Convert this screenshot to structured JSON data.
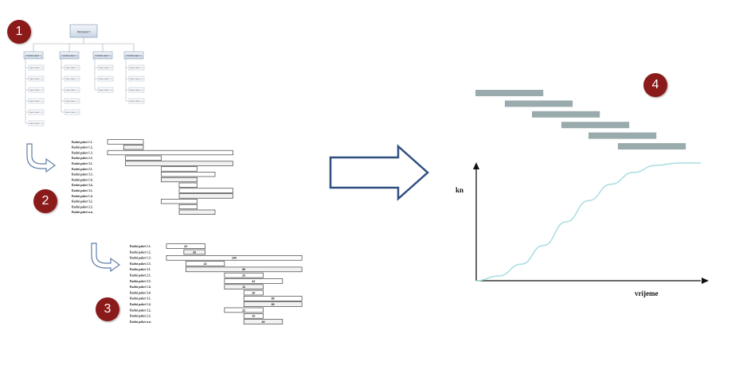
{
  "badges": [
    "1",
    "2",
    "3",
    "4"
  ],
  "wbs": {
    "root": "PROJEKT",
    "children": [
      "PODPROJEKT 1",
      "PODPROJEKT 2",
      "PODPROJEKT 3",
      "PODPROJEKT 4"
    ],
    "leaves": [
      [
        "RADNI PAKET 1.1",
        "RADNI PAKET 1.2",
        "RADNI PAKET 1.3",
        "RADNI PAKET 1.4",
        "RADNI PAKET 1.5",
        "RADNI PAKET 1.6"
      ],
      [
        "RADNI PAKET 2.1",
        "RADNI PAKET 2.2",
        "RADNI PAKET 2.3",
        "RADNI PAKET 2.4",
        "RADNI PAKET 2.5"
      ],
      [
        "RADNI PAKET 3.1",
        "RADNI PAKET 3.2",
        "RADNI PAKET 3.3"
      ],
      [
        "RADNI PAKET 4.1",
        "RADNI PAKET 4.2",
        "RADNI PAKET 4.3",
        "RADNI PAKET 4.4"
      ]
    ]
  },
  "gantt1": {
    "rows": [
      "Radni paket 1.1.",
      "Radni paket 1.2.",
      "Radni paket 1.3.",
      "Radni paket 2.3.",
      "Radni paket 3.1.",
      "Radni paket 2.1.",
      "Radni paket 3.3.",
      "Radni paket 1.4.",
      "Radni paket 3.4.",
      "Radni paket 3.1.",
      "Radni paket 1.4.",
      "Radni paket 3.2.",
      "Radni paket 2.2.",
      "Radni paket n.n."
    ]
  },
  "gantt2": {
    "rows": [
      "Radni paket 1.1.",
      "Radni paket 1.2.",
      "Radni paket 1.3.",
      "Radni paket 2.3.",
      "Radni paket 3.1.",
      "Radni paket 2.1.",
      "Radni paket 3.3.",
      "Radni paket 1.4.",
      "Radni paket 3.4.",
      "Radni paket 3.1.",
      "Radni paket 1.4.",
      "Radni paket 3.2.",
      "Radni paket 2.2.",
      "Radni paket n.n."
    ],
    "costs": [
      "22",
      "30",
      "100",
      "22",
      "80",
      "22",
      "42",
      "12",
      "20",
      "80",
      "80",
      "22",
      "10",
      "40"
    ]
  },
  "chart_data": {
    "type": "line",
    "xlabel": "vrijeme",
    "ylabel": "kn",
    "series": [
      {
        "values": [
          [
            0,
            0
          ],
          [
            0.1,
            0.04
          ],
          [
            0.2,
            0.14
          ],
          [
            0.3,
            0.3
          ],
          [
            0.4,
            0.5
          ],
          [
            0.5,
            0.68
          ],
          [
            0.6,
            0.82
          ],
          [
            0.7,
            0.92
          ],
          [
            0.8,
            0.98
          ],
          [
            0.9,
            1.0
          ],
          [
            1.0,
            1.0
          ]
        ]
      }
    ],
    "line_color": "#a8dde0",
    "bar_color": "#9aabad",
    "bars": [
      [
        0.0,
        0.3
      ],
      [
        0.13,
        0.43
      ],
      [
        0.25,
        0.55
      ],
      [
        0.38,
        0.68
      ],
      [
        0.5,
        0.8
      ],
      [
        0.63,
        0.93
      ]
    ]
  }
}
